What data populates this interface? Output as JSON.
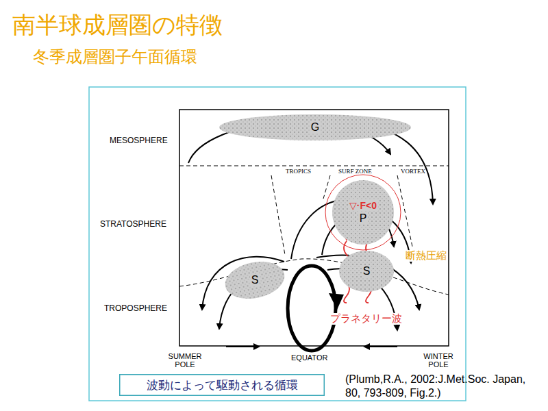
{
  "diagram": {
    "title": "南半球成層圏の特徴",
    "caption": "(Plumb,R.A., 2002:J.Met.Soc. Japan, 80, 793-809, Fig.2.)",
    "nodes": [
      {
        "text": [
          "G"
        ]
      },
      {
        "text": [
          "▽·F<0",
          "P"
        ]
      },
      {
        "text": [
          "S"
        ]
      },
      {
        "text": [
          "S"
        ]
      },
      {
        "text": [
          "波動によって駆動される循環"
        ]
      }
    ],
    "labels": [
      "冬季成層圏子午面循環",
      "MESOSPHERE",
      "TROPICS",
      "SURF ZONE",
      "VORTEX",
      "STRATOSPHERE",
      "断熱圧縮",
      "TROPOSPHERE",
      "プラネタリー波",
      "SUMMER POLE",
      "EQUATOR",
      "WINTER POLE"
    ]
  }
}
